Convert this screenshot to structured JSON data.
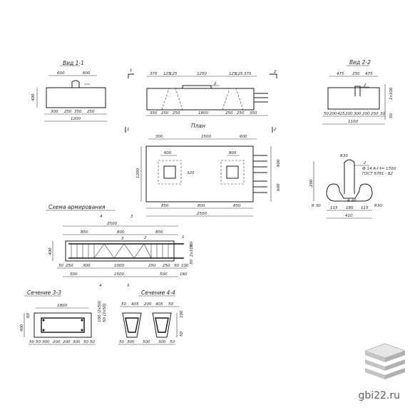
{
  "titles": {
    "view11": "Вид 1-1",
    "view22": "Вид 2-2",
    "plan": "План",
    "scheme": "Схема армирования",
    "sec33": "Сечение 3-3",
    "sec44": "Сечение 4-4"
  },
  "section_marks": {
    "s1": "1",
    "s2": "2",
    "s3": "3",
    "s4": "4"
  },
  "view11": {
    "d600a": "600",
    "d600b": "600",
    "d400": "400",
    "d300a": "300",
    "d250a": "250",
    "d350": "350",
    "d250b": "250",
    "d1200": "1200"
  },
  "elevation": {
    "d375a": "375",
    "d125a": "125",
    "d125b": "125",
    "d1250": "1250",
    "d125c": "125",
    "d125d": "125",
    "d375b": "375",
    "mark2": "2",
    "d350a": "350",
    "d250a": "250",
    "d250b": "250",
    "d1800": "1800",
    "d250c": "250",
    "d250d": "250",
    "d350b": "350"
  },
  "view22": {
    "d475": "475",
    "d250": "250",
    "d475b": "475",
    "mark2": "2",
    "d50": "50",
    "d200a": "200",
    "d425": "425",
    "d200b": "200",
    "d300": "300",
    "d200c": "200",
    "d250b": "250",
    "d30": "30",
    "d1100": "1100",
    "r1": "2x100",
    "r2": "50"
  },
  "plan": {
    "d300": "300",
    "d1500": "1500",
    "d600": "600",
    "d800a": "800",
    "d320": "320",
    "d1200": "1200",
    "d600r": "600",
    "d600r2": "600",
    "d850a": "850",
    "d800b": "800",
    "d850b": "850",
    "d2500": "2500"
  },
  "detail": {
    "r30a": "R30",
    "mark2": "2",
    "spec1": "Ф 14 А-I  ℓ= 1700",
    "spec2": "ГОСТ 5781 - 82",
    "d290": "290",
    "r30b": "R 30",
    "r30c": "R 30",
    "r30d": "R30",
    "d115a": "115",
    "d180": "180",
    "d115b": "115",
    "d410": "410"
  },
  "scheme": {
    "d2500": "2500",
    "mark4": "4",
    "mark3": "3",
    "d850a": "850",
    "d800": "800",
    "d850b": "850",
    "mark3b": "3",
    "mark2": "2",
    "mark1": "1",
    "d1200": "1200",
    "d400": "400",
    "d100": "100",
    "rc1": "50",
    "rc2": "2x100",
    "rc3": "50",
    "d50a": "50",
    "d250a": "250",
    "d300": "300",
    "d1000": "1000",
    "d250b": "250",
    "d250c": "250",
    "d50b": "50",
    "d500a": "500",
    "d1500": "1500",
    "d500b": "500",
    "d160": "160",
    "bm4": "4",
    "bm3": "3"
  },
  "sec33": {
    "d1800": "1800",
    "d60": "60",
    "d400": "400",
    "d50a": "50",
    "d50b": "50",
    "d300a": "300",
    "d200a": "200",
    "d200b": "200",
    "d300b": "300",
    "d50c": "50",
    "d50d": "50",
    "r1": "100 (2x50)",
    "r2": "50 (2x50)"
  },
  "sec44": {
    "d50a": "50",
    "d405": "405",
    "d200": "200",
    "d405b": "405",
    "d50b": "50",
    "d300": "300",
    "d500": "500",
    "d300b": "300",
    "d50c": "50",
    "d50d": "50",
    "d100": "100",
    "d50e": "50"
  },
  "watermark": {
    "text": "gbi22.ru"
  },
  "colors": {
    "line": "#1a1a1a",
    "logo_top": "#d9d9d9",
    "logo_mid": "#bfbfbf",
    "logo_bot": "#a8a8a8"
  }
}
